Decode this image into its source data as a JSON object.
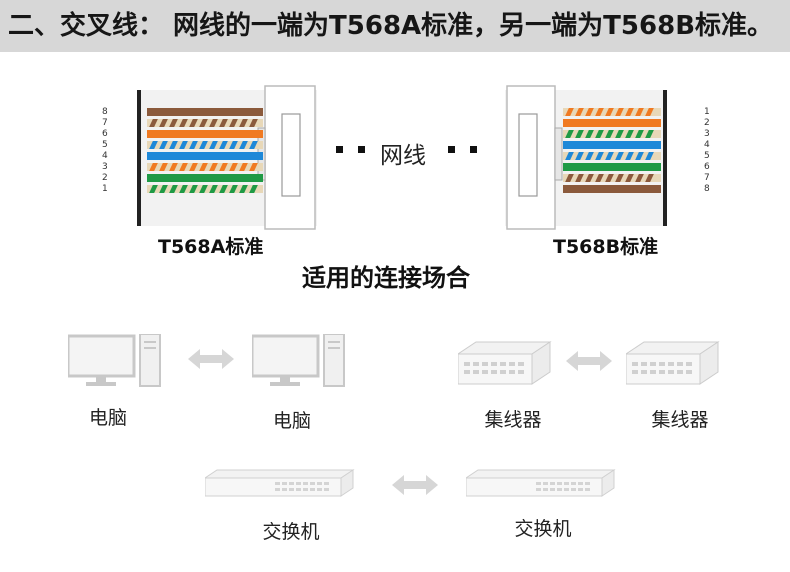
{
  "header": {
    "title": "二、交叉线： 网线的一端为T568A标准，另一端为T568B标准。"
  },
  "connectors": {
    "left_label": "T568A标准",
    "right_label": "T568B标准",
    "middle_label": "网线",
    "left_pins": [
      "8",
      "7",
      "6",
      "5",
      "4",
      "3",
      "2",
      "1"
    ],
    "right_pins": [
      "1",
      "2",
      "3",
      "4",
      "5",
      "6",
      "7",
      "8"
    ]
  },
  "section_title": "适用的连接场合",
  "pairs": [
    {
      "left": "电脑",
      "right": "电脑"
    },
    {
      "left": "集线器",
      "right": "集线器"
    },
    {
      "left": "交换机",
      "right": "交换机"
    }
  ],
  "colors": {
    "orange": "#f07a22",
    "green": "#1f9a45",
    "blue": "#1e88d8",
    "brown": "#8b5a3c",
    "white_core": "#e8d8b8",
    "header_bg": "#d7d7d7"
  }
}
